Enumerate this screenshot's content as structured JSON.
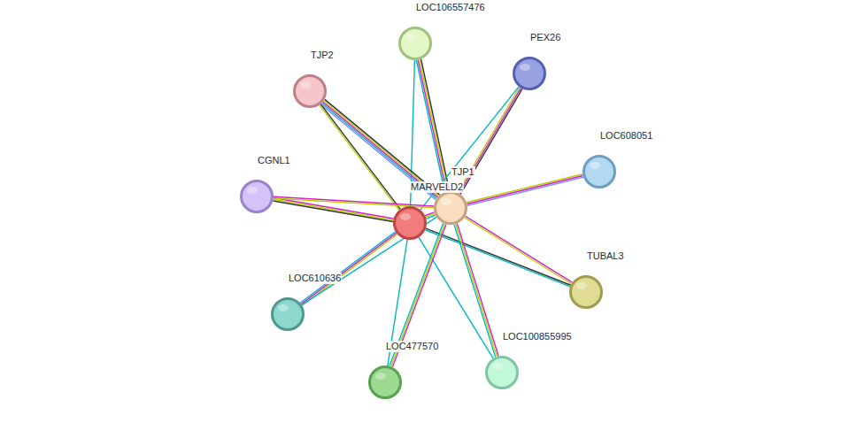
{
  "diagram": {
    "nodes": [
      {
        "text": [
          "LOC106557476"
        ]
      },
      {
        "text": [
          "PEX26"
        ]
      },
      {
        "text": [
          "TJP2"
        ]
      },
      {
        "text": [
          "LOC608051"
        ]
      },
      {
        "text": [
          "CGNL1"
        ]
      },
      {
        "text": [
          "TJP1"
        ]
      },
      {
        "text": [
          "MARVELD2"
        ]
      },
      {
        "text": [
          "TUBAL3"
        ]
      },
      {
        "text": [
          "LOC610636"
        ]
      },
      {
        "text": [
          "LOC100855995"
        ]
      },
      {
        "text": [
          "LOC477570"
        ]
      }
    ],
    "edges": [
      {
        "from": 5,
        "to": 0,
        "arrow": "none"
      },
      {
        "from": 6,
        "to": 0,
        "arrow": "none"
      },
      {
        "from": 5,
        "to": 1,
        "arrow": "none"
      },
      {
        "from": 6,
        "to": 1,
        "arrow": "none"
      },
      {
        "from": 5,
        "to": 2,
        "arrow": "none"
      },
      {
        "from": 6,
        "to": 2,
        "arrow": "none"
      },
      {
        "from": 5,
        "to": 3,
        "arrow": "none"
      },
      {
        "from": 4,
        "to": 6,
        "arrow": "none"
      },
      {
        "from": 4,
        "to": 5,
        "arrow": "none"
      },
      {
        "from": 6,
        "to": 5,
        "arrow": "none"
      },
      {
        "from": 5,
        "to": 7,
        "arrow": "none"
      },
      {
        "from": 6,
        "to": 7,
        "arrow": "none"
      },
      {
        "from": 8,
        "to": 6,
        "arrow": "none"
      },
      {
        "from": 8,
        "to": 5,
        "arrow": "none"
      },
      {
        "from": 5,
        "to": 9,
        "arrow": "none"
      },
      {
        "from": 6,
        "to": 9,
        "arrow": "none"
      },
      {
        "from": 5,
        "to": 10,
        "arrow": "none"
      },
      {
        "from": 6,
        "to": 10,
        "arrow": "none"
      }
    ]
  }
}
